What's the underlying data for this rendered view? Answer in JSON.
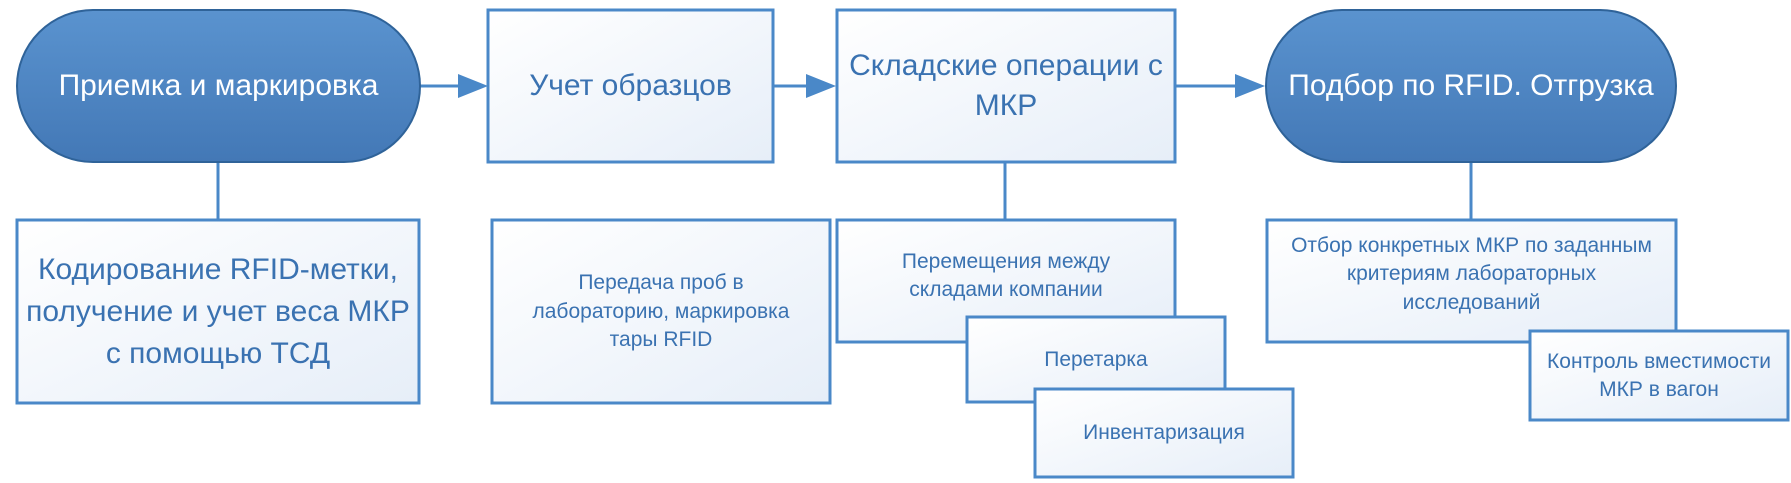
{
  "colors": {
    "stage_fill": "#4a82c0",
    "stage_stroke": "#2f6399",
    "box_stroke": "#4a88c8",
    "text": "#3a72b1",
    "arrow": "#4a88c8"
  },
  "steps": [
    {
      "label": "Приемка и маркировка"
    },
    {
      "label": "Учет образцов"
    },
    {
      "label": "Складские операции с МКР"
    },
    {
      "label": "Подбор по RFID. Отгрузка"
    }
  ],
  "details": {
    "reception": "Кодирование RFID-метки, получение и учет веса МКР с помощью ТСД",
    "samples": "Передача проб в лабораторию, маркировка тары RFID",
    "warehouse": [
      "Перемещения между складами компании",
      "Перетарка",
      "Инвентаризация"
    ],
    "shipment": [
      "Отбор конкретных МКР по заданным критериям лабораторных исследований",
      "Контроль вместимости МКР в вагон"
    ]
  }
}
